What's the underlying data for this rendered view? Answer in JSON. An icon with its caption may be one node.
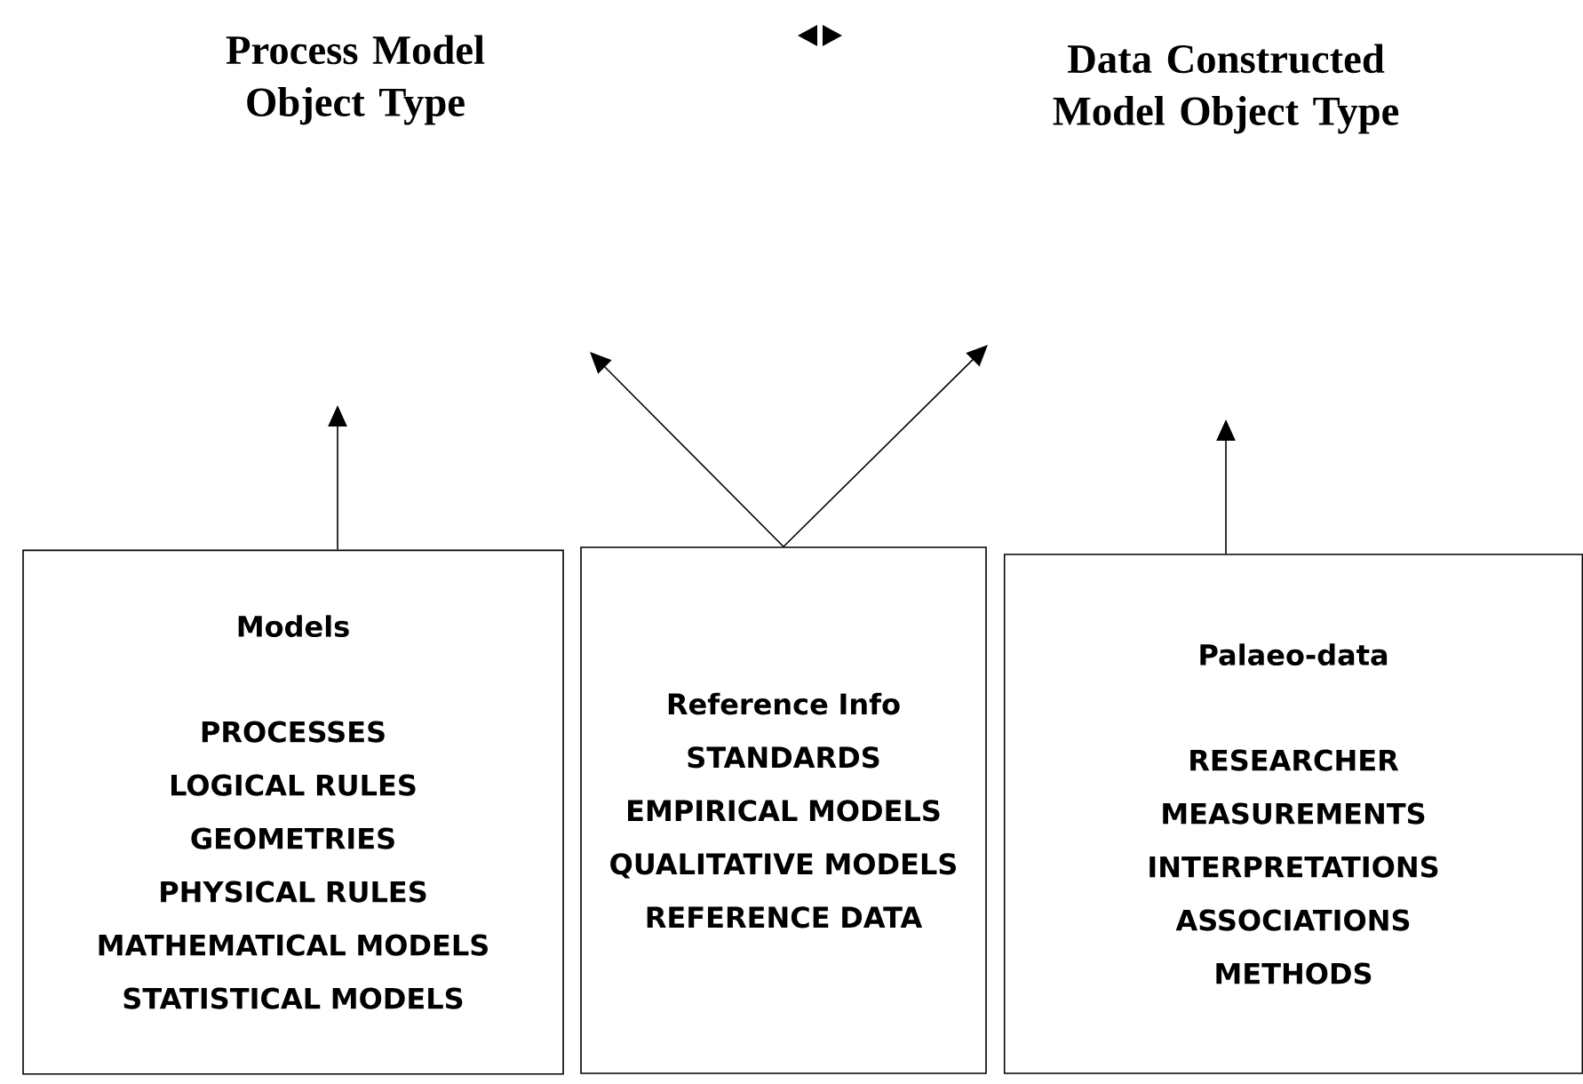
{
  "diagram": {
    "nodes": [
      {
        "text": [
          "Process Model Object Type"
        ]
      },
      {
        "text": [
          "Data Constructed Model Object Type"
        ]
      },
      {
        "text": [
          "Models",
          "PROCESSES",
          "LOGICAL RULES",
          "GEOMETRIES",
          "PHYSICAL RULES",
          "MATHEMATICAL MODELS",
          "STATISTICAL MODELS"
        ]
      },
      {
        "text": [
          "Reference Info",
          "STANDARDS",
          "EMPIRICAL MODELS",
          "QUALITATIVE MODELS",
          "REFERENCE DATA"
        ]
      },
      {
        "text": [
          "Palaeo-data",
          "RESEARCHER",
          "MEASUREMENTS",
          "INTERPRETATIONS",
          "ASSOCIATIONS",
          "METHODS"
        ]
      }
    ],
    "edges": [
      {
        "from": 2,
        "to": null,
        "arrow": "to"
      },
      {
        "from": 3,
        "to": null,
        "arrow": "to"
      },
      {
        "from": 3,
        "to": null,
        "arrow": "to"
      },
      {
        "from": 4,
        "to": null,
        "arrow": "to"
      }
    ]
  }
}
